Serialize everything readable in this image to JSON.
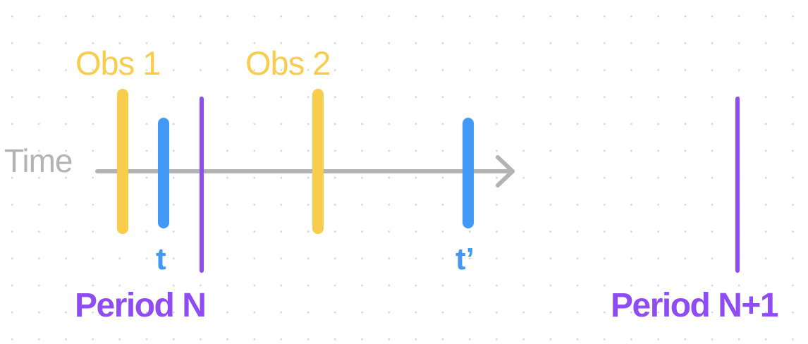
{
  "colors": {
    "observation": "#f8cc4c",
    "time_marker": "#4299f5",
    "period_boundary": "#8e4cf2",
    "timeline": "#b3b3b3",
    "dot_grid": "#d6d6d6"
  },
  "timeline": {
    "label": "Time",
    "arrow": "arrow-right-icon"
  },
  "observations": [
    {
      "label": "Obs 1"
    },
    {
      "label": "Obs 2"
    }
  ],
  "time_markers": [
    {
      "label": "t"
    },
    {
      "label": "t’"
    }
  ],
  "periods": [
    {
      "label": "Period N"
    },
    {
      "label": "Period N+1"
    }
  ]
}
